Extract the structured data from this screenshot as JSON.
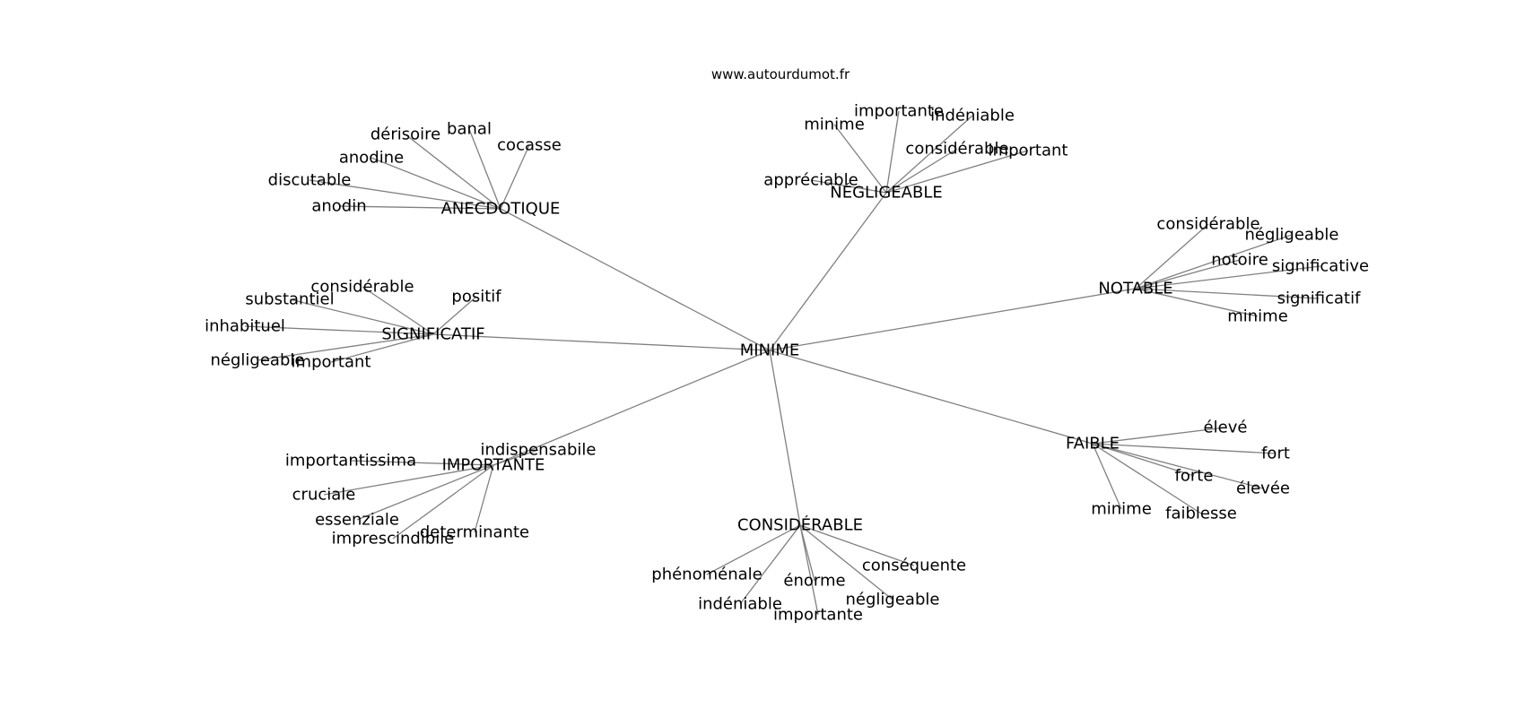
{
  "source": "www.autourdumot.fr",
  "center": "MINIME",
  "groups": [
    {
      "label": "ANECDOTIQUE",
      "children": [
        "dérisoire",
        "banal",
        "cocasse",
        "anodine",
        "discutable",
        "anodin"
      ]
    },
    {
      "label": "NÉGLIGEABLE",
      "children": [
        "minime",
        "importante",
        "indéniable",
        "considérable",
        "important",
        "appréciable"
      ]
    },
    {
      "label": "NOTABLE",
      "children": [
        "considérable",
        "négligeable",
        "notoire",
        "significative",
        "significatif",
        "minime"
      ]
    },
    {
      "label": "SIGNIFICATIF",
      "children": [
        "considérable",
        "substantiel",
        "positif",
        "inhabituel",
        "négligeable",
        "important"
      ]
    },
    {
      "label": "IMPORTANTE",
      "children": [
        "indispensabile",
        "importantissima",
        "cruciale",
        "essenziale",
        "imprescindibile",
        "determinante"
      ]
    },
    {
      "label": "FAIBLE",
      "children": [
        "élevé",
        "fort",
        "forte",
        "élevée",
        "minime",
        "faiblesse"
      ]
    },
    {
      "label": "CONSIDÉRABLE",
      "children": [
        "phénoménale",
        "énorme",
        "conséquente",
        "indéniable",
        "négligeable",
        "importante"
      ]
    }
  ]
}
